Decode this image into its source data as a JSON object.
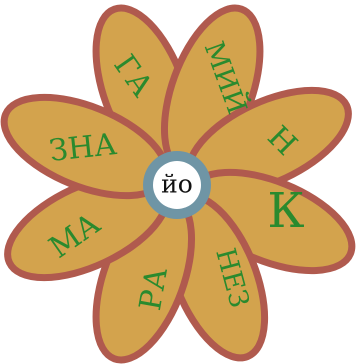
{
  "flower": {
    "center": "йо",
    "petals": {
      "ga": "ГА",
      "miy": "МИЙ",
      "n": "Н",
      "k": "К",
      "nez": "НЕЗ",
      "ra": "РА",
      "ma": "МА",
      "zna": "ЗНА"
    }
  },
  "colors": {
    "petal_fill": "#d3a34d",
    "petal_border": "#b05a4e",
    "text": "#2a8a2e",
    "center_ring": "#6f95a5",
    "center_core": "#ffffff"
  }
}
